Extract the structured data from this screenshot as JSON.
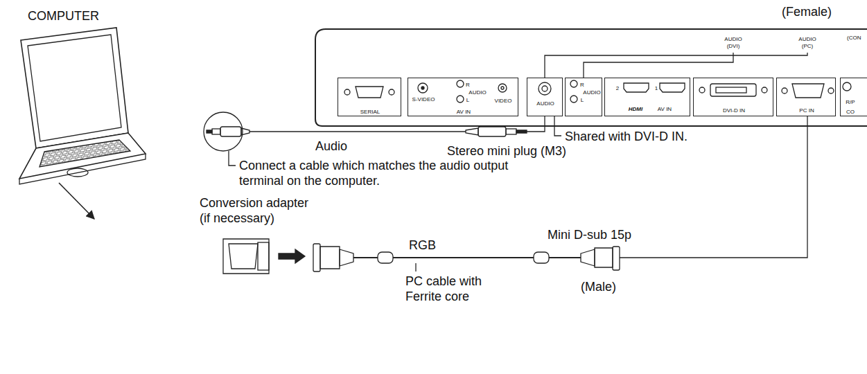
{
  "diagram": {
    "nodes": [
      {
        "text": [
          "SERIAL"
        ]
      },
      {
        "text": [
          "S-VIDEO",
          "R",
          "AUDIO",
          "L",
          "VIDEO",
          "AV IN"
        ]
      },
      {
        "text": [
          "AUDIO"
        ]
      },
      {
        "text": [
          "R",
          "AUDIO",
          "L"
        ]
      },
      {
        "text": [
          "2",
          "1",
          "HDMI",
          "AV IN"
        ]
      },
      {
        "text": [
          "DVI-D IN"
        ]
      },
      {
        "text": [
          "PC IN"
        ]
      },
      {
        "text": [
          "R/P",
          "CO"
        ]
      }
    ],
    "labels": [
      "(Female)",
      "AUDIO (DVI)",
      "AUDIO (PC)",
      "(CON",
      "COMPUTER",
      "Shared with DVI-D IN.",
      "Audio",
      "Stereo mini plug (M3)",
      "Connect a cable which matches the audio output terminal on the computer.",
      "Conversion adapter (if necessary)",
      "RGB",
      "PC cable with Ferrite core",
      "Mini D-sub 15p",
      "(Male)"
    ]
  }
}
